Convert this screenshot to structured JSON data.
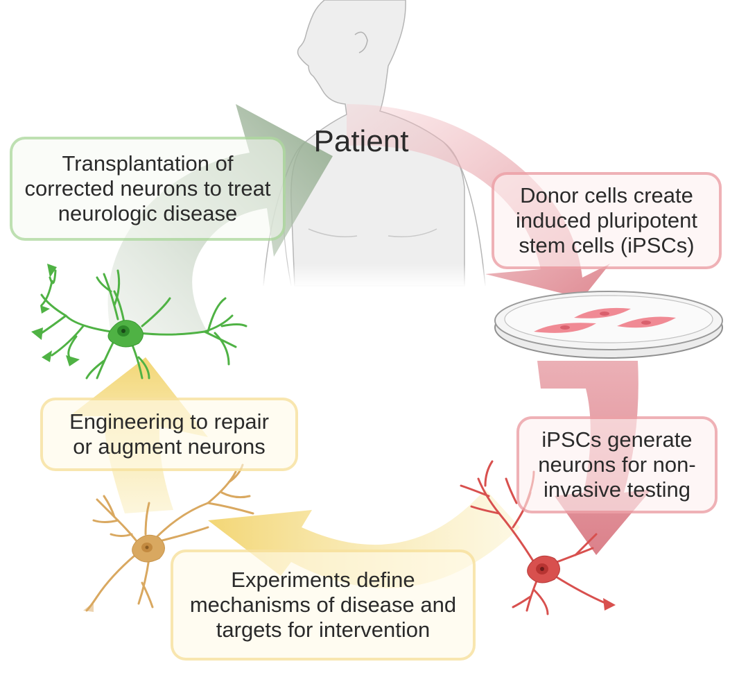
{
  "diagram": {
    "center_label": "Patient",
    "steps": [
      {
        "id": "donor",
        "lines": [
          "Donor cells create",
          "induced pluripotent",
          "stem cells (iPSCs)"
        ],
        "color": "#e27882"
      },
      {
        "id": "generate",
        "lines": [
          "iPSCs generate",
          "neurons for non-",
          "invasive testing"
        ],
        "color": "#e27882"
      },
      {
        "id": "experiments",
        "lines": [
          "Experiments define",
          "mechanisms of disease and",
          "targets for intervention"
        ],
        "color": "#f3d478"
      },
      {
        "id": "engineering",
        "lines": [
          "Engineering to repair",
          "or augment neurons"
        ],
        "color": "#f3d478"
      },
      {
        "id": "transplant",
        "lines": [
          "Transplantation of",
          "corrected neurons to treat",
          "neurologic disease"
        ],
        "color": "#8cc878"
      }
    ],
    "colors": {
      "red_arrow": "#e6a0a6",
      "yellow_arrow": "#f5df8f",
      "green_arrow": "#a4b9a0",
      "green_neuron": "#55b54a",
      "yellow_neuron": "#d9a860",
      "red_neuron": "#d8504e",
      "cell_pink": "#f08a94",
      "body_fill": "#f0f0f0",
      "body_stroke": "#9a9a9a"
    },
    "icons": [
      "patient-silhouette-icon",
      "petri-dish-icon",
      "red-neuron-icon",
      "yellow-neuron-icon",
      "green-neuron-icon"
    ]
  }
}
